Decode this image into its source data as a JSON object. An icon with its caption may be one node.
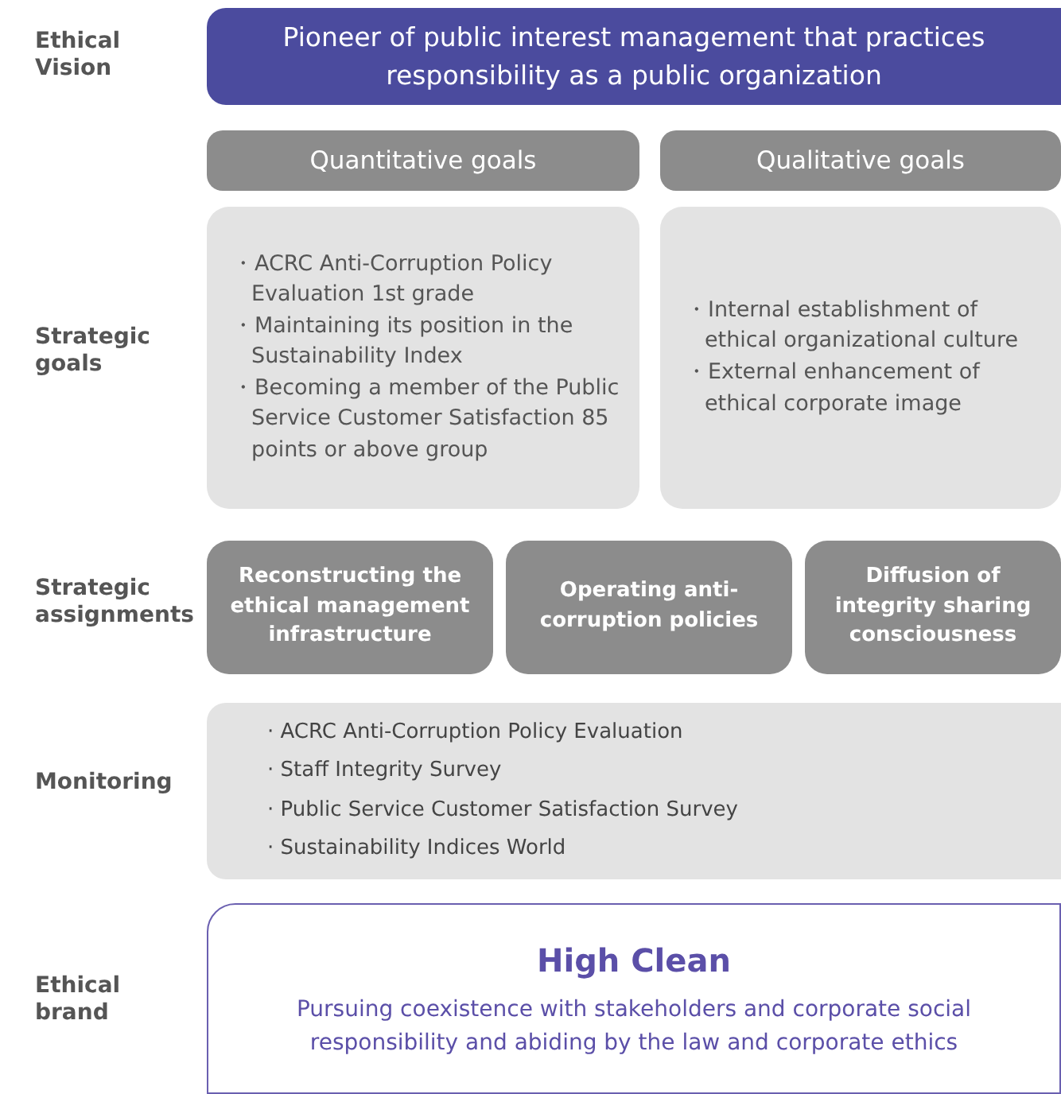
{
  "diagram": {
    "nodes": [
      {
        "text": [
          "Pioneer of public interest management that practices responsibility as a public organization"
        ]
      },
      {
        "text": [
          "Quantitative goals"
        ]
      },
      {
        "text": [
          "Qualitative goals"
        ]
      },
      {
        "text": [
          "・ACRC Anti-Corruption Policy Evaluation 1st grade",
          "・Maintaining its position in the Sustainability Index",
          "・Becoming a member of the Public Service Customer Satisfaction 85 points or above group"
        ]
      },
      {
        "text": [
          "・Internal establishment of ethical organizational culture",
          "・External enhancement of ethical corporate image"
        ]
      },
      {
        "text": [
          "Reconstructing the ethical management infrastructure"
        ]
      },
      {
        "text": [
          "Operating anti-corruption policies"
        ]
      },
      {
        "text": [
          "Diffusion of integrity sharing consciousness"
        ]
      },
      {
        "text": [
          "· ACRC Anti-Corruption Policy Evaluation",
          "· Staff Integrity Survey",
          "· Public Service Customer Satisfaction Survey",
          "· Sustainability Indices World"
        ]
      },
      {
        "text": [
          "High Clean",
          "Pursuing coexistence with stakeholders and corporate social responsibility and abiding by the law and corporate ethics"
        ]
      }
    ],
    "edges": [],
    "labels": [
      "Ethical Vision",
      "Strategic goals",
      "Strategic assignments",
      "Monitoring",
      "Ethical brand"
    ]
  }
}
